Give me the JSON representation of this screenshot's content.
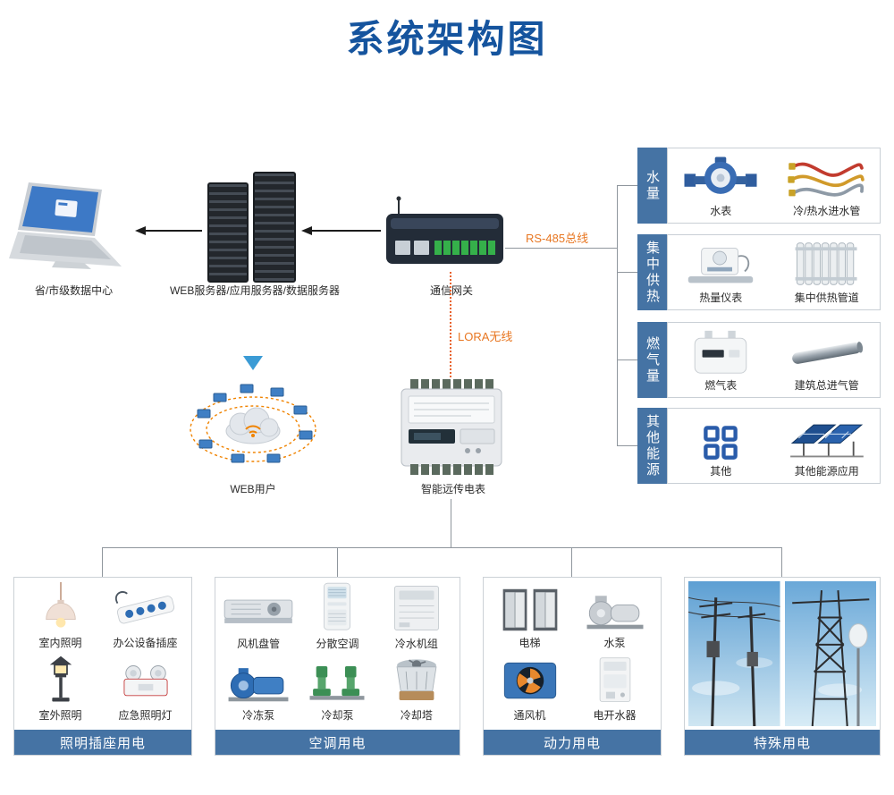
{
  "title": "系统架构图",
  "flow": {
    "datacenter": "省/市级数据中心",
    "servers": "WEB服务器/应用服务器/数据服务器",
    "gateway": "通信网关",
    "rs485": "RS-485总线",
    "lora": "LORA无线",
    "web_users": "WEB用户",
    "meter": "智能远传电表"
  },
  "right_panel": [
    {
      "tag": "水量",
      "item1": "水表",
      "item2": "冷/热水进水管"
    },
    {
      "tag": "集中供热",
      "item1": "热量仪表",
      "item2": "集中供热管道"
    },
    {
      "tag": "燃气量",
      "item1": "燃气表",
      "item2": "建筑总进气管"
    },
    {
      "tag": "其他能源",
      "item1": "其他",
      "item2": "其他能源应用"
    }
  ],
  "bottom_groups": [
    {
      "title": "照明插座用电",
      "items": [
        "室内照明",
        "办公设备插座",
        "室外照明",
        "应急照明灯"
      ]
    },
    {
      "title": "空调用电",
      "items": [
        "风机盘管",
        "分散空调",
        "冷水机组",
        "冷冻泵",
        "冷却泵",
        "冷却塔"
      ]
    },
    {
      "title": "动力用电",
      "items": [
        "电梯",
        "水泵",
        "通风机",
        "电开水器"
      ]
    },
    {
      "title": "特殊用电",
      "items": []
    }
  ],
  "colors": {
    "title_blue": "#15549e",
    "panel_blue": "#4573a4",
    "accent_orange": "#e87722",
    "lora_line": "#e8622c"
  }
}
